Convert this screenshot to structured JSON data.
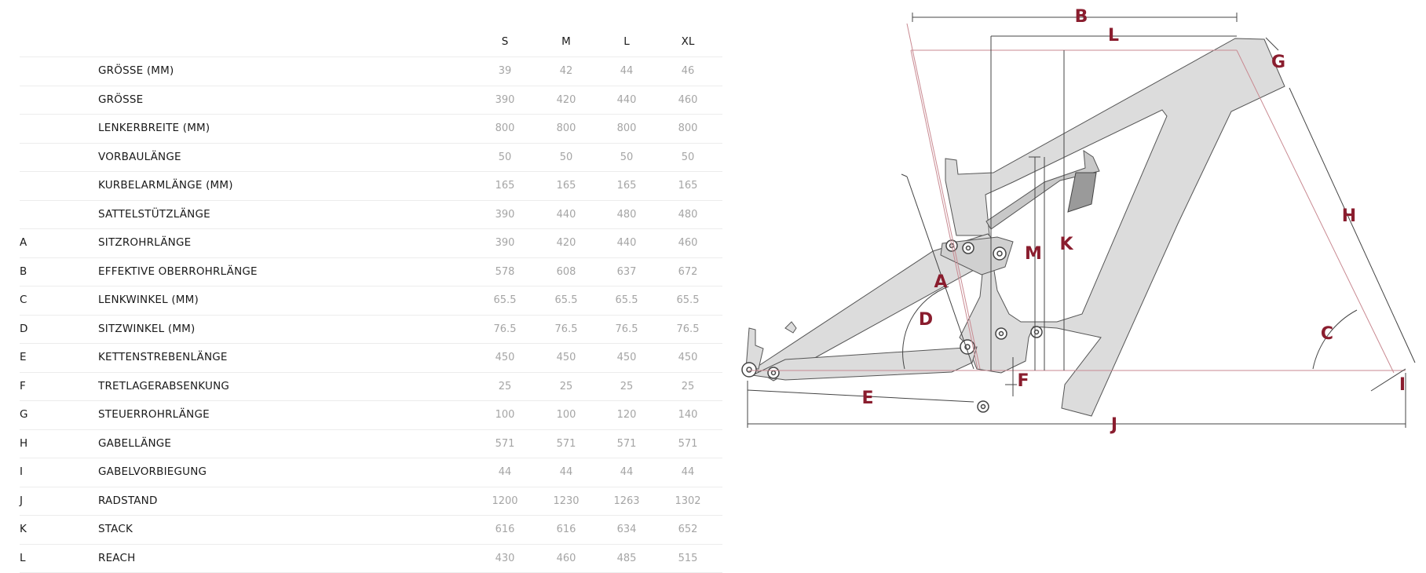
{
  "table": {
    "headers": [
      "S",
      "M",
      "L",
      "XL"
    ],
    "rows": [
      {
        "code": "",
        "label": "GRÖSSE (MM)",
        "values": [
          "39",
          "42",
          "44",
          "46"
        ]
      },
      {
        "code": "",
        "label": "GRÖSSE",
        "values": [
          "390",
          "420",
          "440",
          "460"
        ]
      },
      {
        "code": "",
        "label": "LENKERBREITE (MM)",
        "values": [
          "800",
          "800",
          "800",
          "800"
        ]
      },
      {
        "code": "",
        "label": "VORBAULÄNGE",
        "values": [
          "50",
          "50",
          "50",
          "50"
        ]
      },
      {
        "code": "",
        "label": "KURBELARMLÄNGE (MM)",
        "values": [
          "165",
          "165",
          "165",
          "165"
        ]
      },
      {
        "code": "",
        "label": "SATTELSTÜTZLÄNGE",
        "values": [
          "390",
          "440",
          "480",
          "480"
        ]
      },
      {
        "code": "A",
        "label": "SITZROHRLÄNGE",
        "values": [
          "390",
          "420",
          "440",
          "460"
        ]
      },
      {
        "code": "B",
        "label": "EFFEKTIVE OBERROHRLÄNGE",
        "values": [
          "578",
          "608",
          "637",
          "672"
        ]
      },
      {
        "code": "C",
        "label": "LENKWINKEL (MM)",
        "values": [
          "65.5",
          "65.5",
          "65.5",
          "65.5"
        ]
      },
      {
        "code": "D",
        "label": "SITZWINKEL (MM)",
        "values": [
          "76.5",
          "76.5",
          "76.5",
          "76.5"
        ]
      },
      {
        "code": "E",
        "label": "KETTENSTREBENLÄNGE",
        "values": [
          "450",
          "450",
          "450",
          "450"
        ]
      },
      {
        "code": "F",
        "label": "TRETLAGERABSENKUNG",
        "values": [
          "25",
          "25",
          "25",
          "25"
        ]
      },
      {
        "code": "G",
        "label": "STEUERROHRLÄNGE",
        "values": [
          "100",
          "100",
          "120",
          "140"
        ]
      },
      {
        "code": "H",
        "label": "GABELLÄNGE",
        "values": [
          "571",
          "571",
          "571",
          "571"
        ]
      },
      {
        "code": "I",
        "label": "GABELVORBIEGUNG",
        "values": [
          "44",
          "44",
          "44",
          "44"
        ]
      },
      {
        "code": "J",
        "label": "RADSTAND",
        "values": [
          "1200",
          "1230",
          "1263",
          "1302"
        ]
      },
      {
        "code": "K",
        "label": "STACK",
        "values": [
          "616",
          "616",
          "634",
          "652"
        ]
      },
      {
        "code": "L",
        "label": "REACH",
        "values": [
          "430",
          "460",
          "485",
          "515"
        ]
      }
    ]
  },
  "diagram": {
    "labels": {
      "A": "A",
      "B": "B",
      "C": "C",
      "D": "D",
      "E": "E",
      "F": "F",
      "G": "G",
      "H": "H",
      "I": "I",
      "J": "J",
      "K": "K",
      "L": "L",
      "M": "M"
    },
    "colors": {
      "accent": "#8a1d2e",
      "frame_fill": "#dcdcdc",
      "frame_stroke": "#555555",
      "guide_line": "#c98a92"
    }
  }
}
